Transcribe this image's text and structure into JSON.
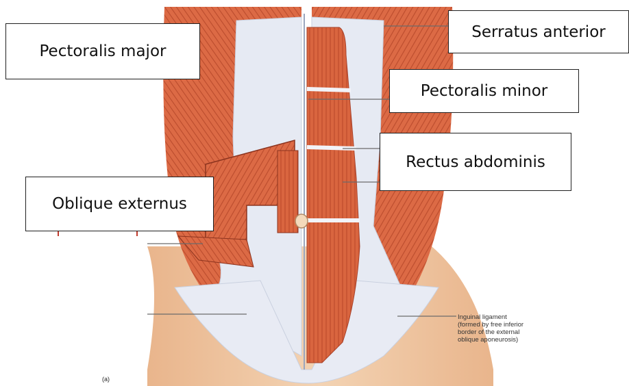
{
  "labels": {
    "pectoralis_major": "Pectoralis major",
    "serratus_anterior": "Serratus anterior",
    "pectoralis_minor": "Pectoralis minor",
    "rectus_abdominis": "Rectus abdominis",
    "oblique_externus": "Oblique externus"
  },
  "inguinal_ligament": [
    "Inguinal ligament",
    "(formed by free inferior",
    "border of the external",
    "oblique aponeurosis)"
  ],
  "panel_letter": "(a)",
  "colors": {
    "muscle": "#d9653f",
    "muscle_dark": "#b9482a",
    "aponeurosis": "#e4e8f2",
    "skin": "#efc7a3",
    "box_border": "#1f1f1f"
  }
}
